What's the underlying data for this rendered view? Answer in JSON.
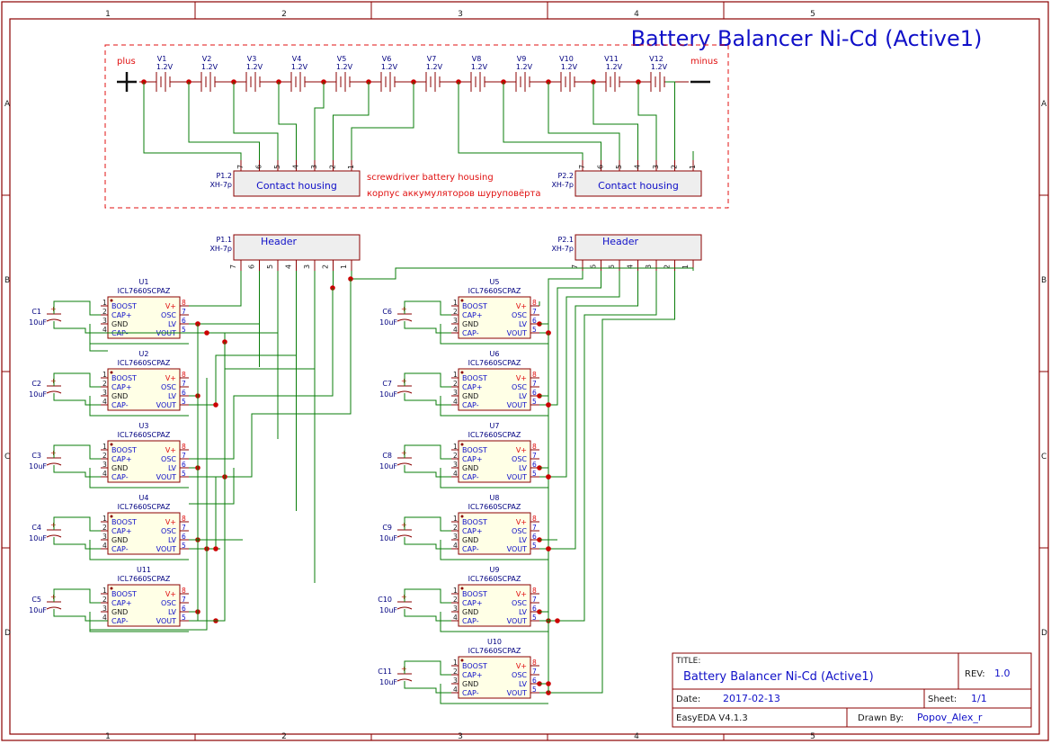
{
  "title": "Battery Balancer Ni-Cd (Active1)",
  "grid": {
    "cols": [
      "1",
      "2",
      "3",
      "4",
      "5"
    ],
    "rows": [
      "A",
      "B",
      "C",
      "D"
    ]
  },
  "battery": {
    "plus_label": "plus",
    "minus_label": "minus",
    "cells": [
      {
        "ref": "V1",
        "value": "1.2V"
      },
      {
        "ref": "V2",
        "value": "1.2V"
      },
      {
        "ref": "V3",
        "value": "1.2V"
      },
      {
        "ref": "V4",
        "value": "1.2V"
      },
      {
        "ref": "V5",
        "value": "1.2V"
      },
      {
        "ref": "V6",
        "value": "1.2V"
      },
      {
        "ref": "V7",
        "value": "1.2V"
      },
      {
        "ref": "V8",
        "value": "1.2V"
      },
      {
        "ref": "V9",
        "value": "1.2V"
      },
      {
        "ref": "V10",
        "value": "1.2V"
      },
      {
        "ref": "V11",
        "value": "1.2V"
      },
      {
        "ref": "V12",
        "value": "1.2V"
      }
    ],
    "note_en": "screwdriver battery housing",
    "note_ru": "корпус аккумуляторов шуруповёрта"
  },
  "connectors": {
    "p12": {
      "ref": "P1.2",
      "pkg": "XH-7p",
      "name": "Contact housing"
    },
    "p22": {
      "ref": "P2.2",
      "pkg": "XH-7p",
      "name": "Contact housing"
    },
    "p11": {
      "ref": "P1.1",
      "pkg": "XH-7p",
      "name": "Header"
    },
    "p21": {
      "ref": "P2.1",
      "pkg": "XH-7p",
      "name": "Header"
    },
    "pins": [
      "7",
      "6",
      "5",
      "4",
      "3",
      "2",
      "1"
    ],
    "pin_signs": {
      "first": "+",
      "sixth": "-"
    }
  },
  "ic": {
    "part": "ICL7660SCPAZ",
    "pins_left": [
      {
        "n": "1",
        "name": "BOOST"
      },
      {
        "n": "2",
        "name": "CAP+"
      },
      {
        "n": "3",
        "name": "GND"
      },
      {
        "n": "4",
        "name": "CAP-"
      }
    ],
    "pins_right": [
      {
        "n": "8",
        "name": "V+"
      },
      {
        "n": "7",
        "name": "OSC"
      },
      {
        "n": "6",
        "name": "LV"
      },
      {
        "n": "5",
        "name": "VOUT"
      }
    ],
    "left_column": [
      {
        "ref": "U1",
        "cap": "C1",
        "cap_val": "10uF"
      },
      {
        "ref": "U2",
        "cap": "C2",
        "cap_val": "10uF"
      },
      {
        "ref": "U3",
        "cap": "C3",
        "cap_val": "10uF"
      },
      {
        "ref": "U4",
        "cap": "C4",
        "cap_val": "10uF"
      },
      {
        "ref": "U11",
        "cap": "C5",
        "cap_val": "10uF"
      }
    ],
    "right_column": [
      {
        "ref": "U5",
        "cap": "C6",
        "cap_val": "10uF"
      },
      {
        "ref": "U6",
        "cap": "C7",
        "cap_val": "10uF"
      },
      {
        "ref": "U7",
        "cap": "C8",
        "cap_val": "10uF"
      },
      {
        "ref": "U8",
        "cap": "C9",
        "cap_val": "10uF"
      },
      {
        "ref": "U9",
        "cap": "C10",
        "cap_val": "10uF"
      },
      {
        "ref": "U10",
        "cap": "C11",
        "cap_val": "10uF"
      }
    ]
  },
  "title_block": {
    "title_label": "TITLE:",
    "title": "Battery Balancer Ni-Cd (Active1)",
    "rev_label": "REV:",
    "rev": "1.0",
    "date_label": "Date:",
    "date": "2017-02-13",
    "sheet_label": "Sheet:",
    "sheet": "1/1",
    "tool": "EasyEDA V4.1.3",
    "drawn_label": "Drawn By:",
    "drawn": "Popov_Alex_r"
  }
}
